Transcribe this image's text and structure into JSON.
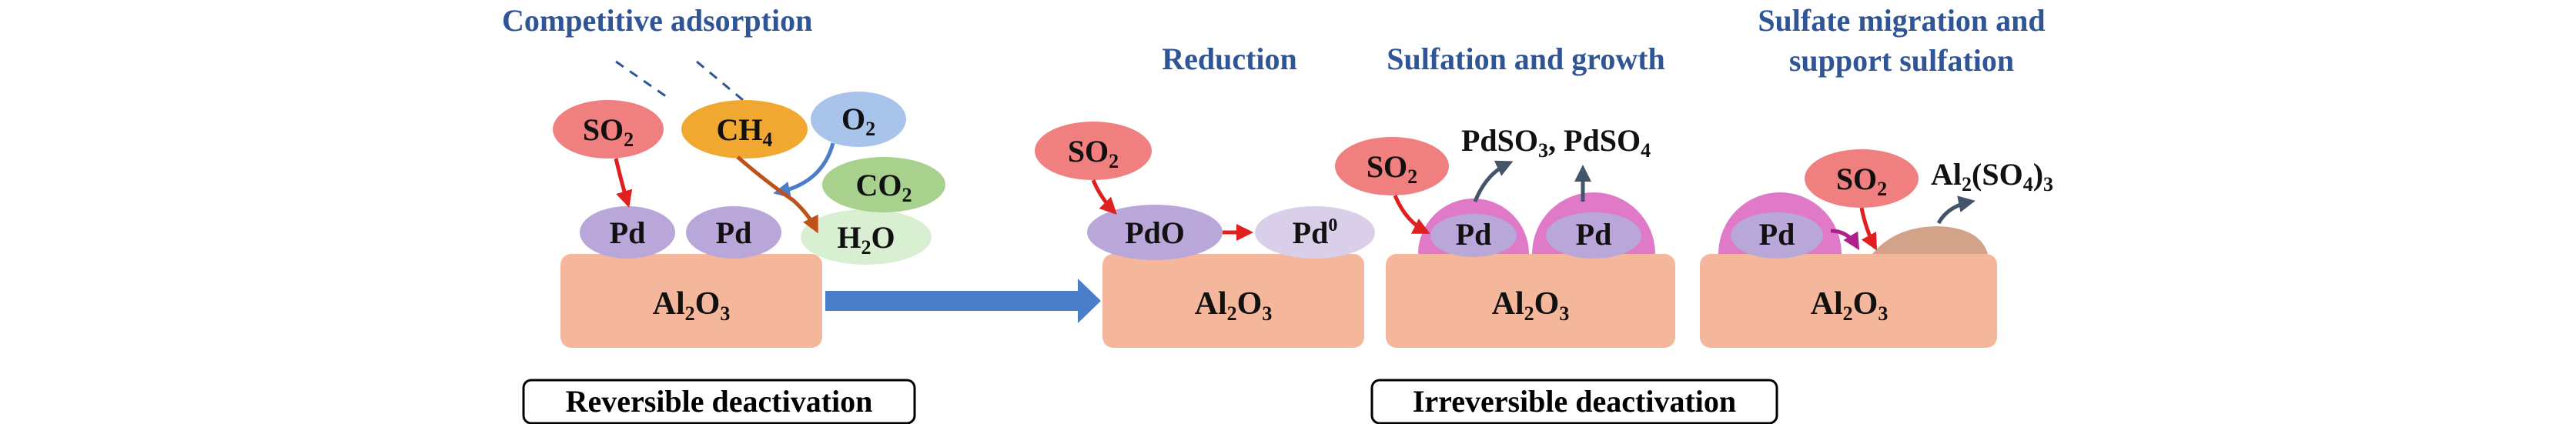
{
  "titles": {
    "competitive": "Competitive adsorption",
    "reduction": "Reduction",
    "sulfation": "Sulfation and growth",
    "migration_line1": "Sulfate migration and",
    "migration_line2": "support sulfation"
  },
  "species": {
    "so2": "SO",
    "so2_sub": "2",
    "ch4": "CH",
    "ch4_sub": "4",
    "o2": "O",
    "o2_sub": "2",
    "co2": "CO",
    "co2_sub": "2",
    "h2o_h": "H",
    "h2o_sub": "2",
    "h2o_o": "O",
    "pd": "Pd",
    "pdo": "PdO",
    "pd0": "Pd",
    "pd0_sup": "0",
    "al": "Al",
    "al_sub": "2",
    "o": "O",
    "o_sub": "3",
    "products_pdso": "PdSO",
    "products_sub3": "3",
    "products_sep": ", PdSO",
    "products_sub4": "4",
    "al2so43_a": "Al",
    "al2so43_sub2": "2",
    "al2so43_b": "(SO",
    "al2so43_sub4": "4",
    "al2so43_c": ")",
    "al2so43_sub3": "3"
  },
  "labels": {
    "reversible": "Reversible deactivation",
    "irreversible": "Irreversible deactivation"
  },
  "colors": {
    "title_blue": "#2f5597",
    "so2_red": "#f08080",
    "ch4_orange": "#f0a830",
    "o2_blue": "#a9c4eb",
    "co2_green": "#a9d18e",
    "h2o_green": "#d9efd2",
    "pd_purple": "#b9a7d9",
    "pd0_lavender": "#d9cfe8",
    "support_salmon": "#f4b79b",
    "sulfate_pink": "#e07ac8",
    "al_sulfate_brown": "#d3a389",
    "arrow_red": "#e02020",
    "arrow_blue": "#4a7ec8",
    "arrow_navy": "#44546a",
    "arrow_brown": "#c0501a"
  }
}
